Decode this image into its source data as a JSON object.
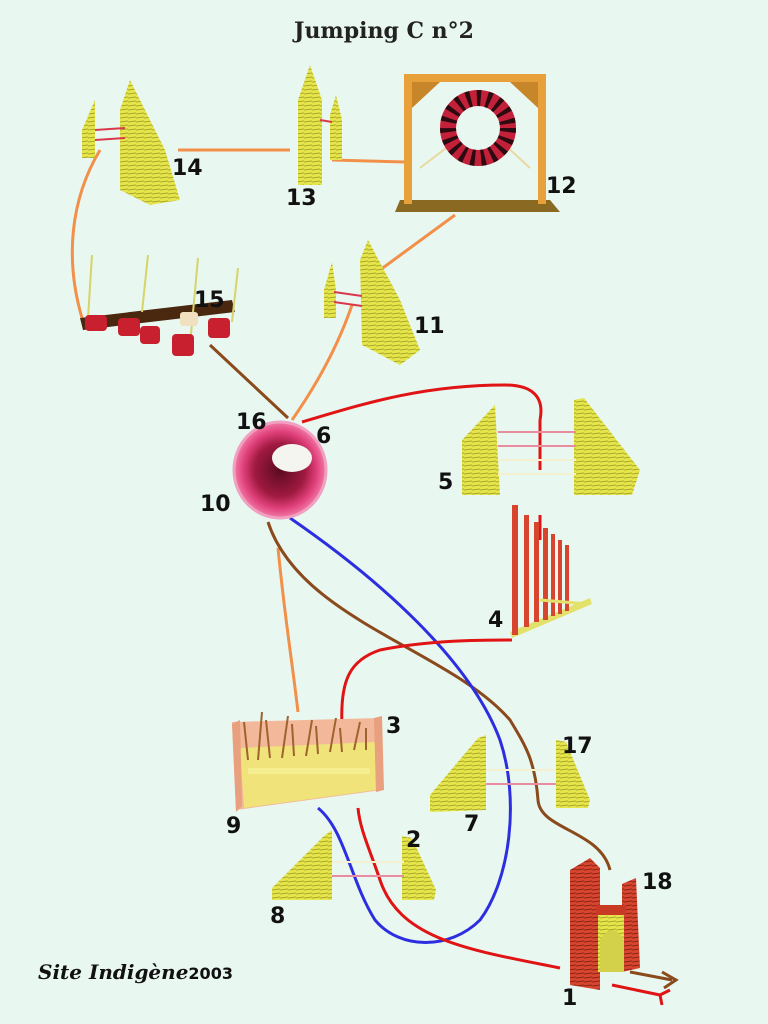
{
  "title": "Jumping C n°2",
  "signature": {
    "name": "Site Indigène",
    "year": "2003"
  },
  "colors": {
    "background": "#e9f7f1",
    "fence_yellow": "#e8e84a",
    "fence_dark": "#6d6a1a",
    "route_red": "#e01414",
    "route_blue": "#2c2ee0",
    "route_brown": "#8a4a1c",
    "route_orange": "#f2904a",
    "tire_red": "#d8344a",
    "wall_red": "#d8452e",
    "brush_brown": "#b07a44",
    "base_salmon": "#f3b89a"
  },
  "labels": {
    "n1": "1",
    "n2": "2",
    "n3": "3",
    "n4": "4",
    "n5": "5",
    "n6": "6",
    "n7": "7",
    "n8": "8",
    "n9": "9",
    "n10": "10",
    "n11": "11",
    "n12": "12",
    "n13": "13",
    "n14": "14",
    "n15": "15",
    "n16": "16",
    "n17": "17",
    "n18": "18"
  },
  "obstacles": [
    {
      "name": "wall-start",
      "label": "1"
    },
    {
      "name": "double-fence",
      "label": "2 / 8"
    },
    {
      "name": "brush-box",
      "label": "3 / 9"
    },
    {
      "name": "vertical-poles",
      "label": "4"
    },
    {
      "name": "oxer",
      "label": "5"
    },
    {
      "name": "tunnel",
      "label": "6 / 10 / 16"
    },
    {
      "name": "double-fence",
      "label": "7 / 17"
    },
    {
      "name": "single-fence",
      "label": "11"
    },
    {
      "name": "tire-jump",
      "label": "12"
    },
    {
      "name": "double-fence",
      "label": "13"
    },
    {
      "name": "single-fence",
      "label": "14"
    },
    {
      "name": "weave-hurdles",
      "label": "15"
    },
    {
      "name": "wall-end",
      "label": "18"
    }
  ],
  "routes": [
    {
      "name": "route-red",
      "color": "red",
      "segment": "1-2-3-4-5-6"
    },
    {
      "name": "route-blue",
      "color": "blue",
      "segment": "8-9-10"
    },
    {
      "name": "route-orange",
      "color": "orange",
      "segment": "10-11-12-13-14"
    },
    {
      "name": "route-brown",
      "color": "brown",
      "segment": "15-16-17-18"
    }
  ]
}
